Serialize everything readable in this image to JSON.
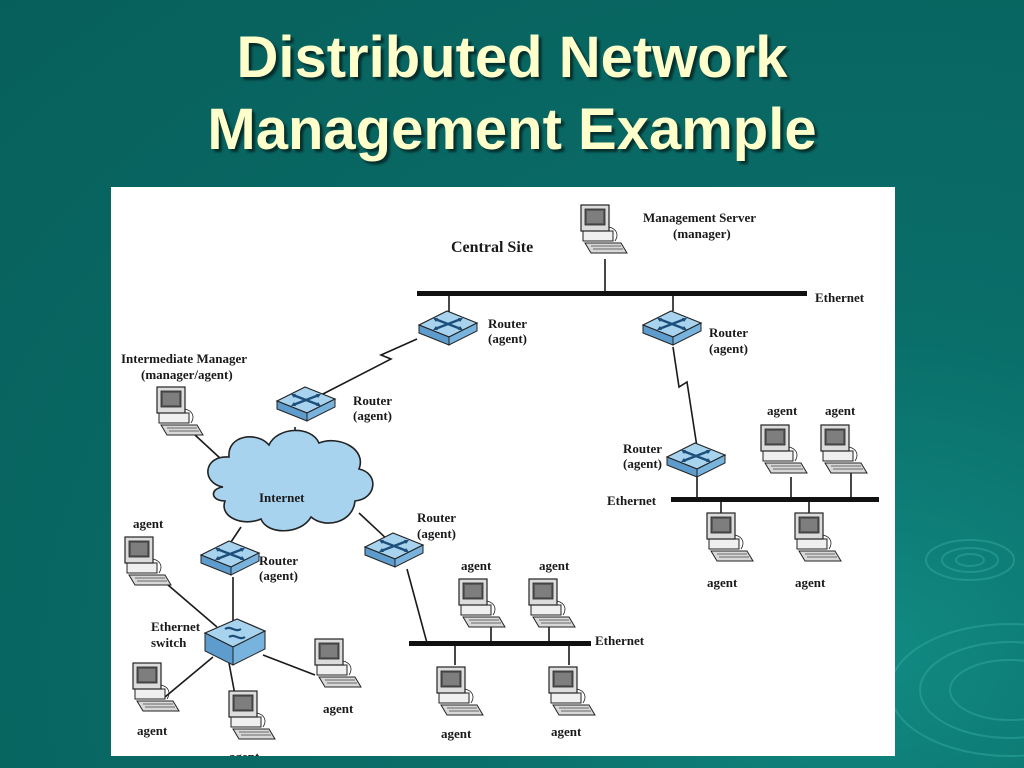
{
  "slide": {
    "title_line1": "Distributed Network",
    "title_line2": "Management Example"
  },
  "diagram": {
    "central_site": "Central Site",
    "management_server": "Management Server",
    "management_server_role": "(manager)",
    "intermediate_manager": "Intermediate Manager",
    "intermediate_manager_role": "(manager/agent)",
    "internet": "Internet",
    "router": "Router",
    "router_role": "(agent)",
    "ethernet": "Ethernet",
    "ethernet_switch_line1": "Ethernet",
    "ethernet_switch_line2": "switch",
    "agent": "agent"
  },
  "colors": {
    "background": "#0a6e69",
    "title": "#ffffcc",
    "device_blue": "#8ec2e6"
  }
}
